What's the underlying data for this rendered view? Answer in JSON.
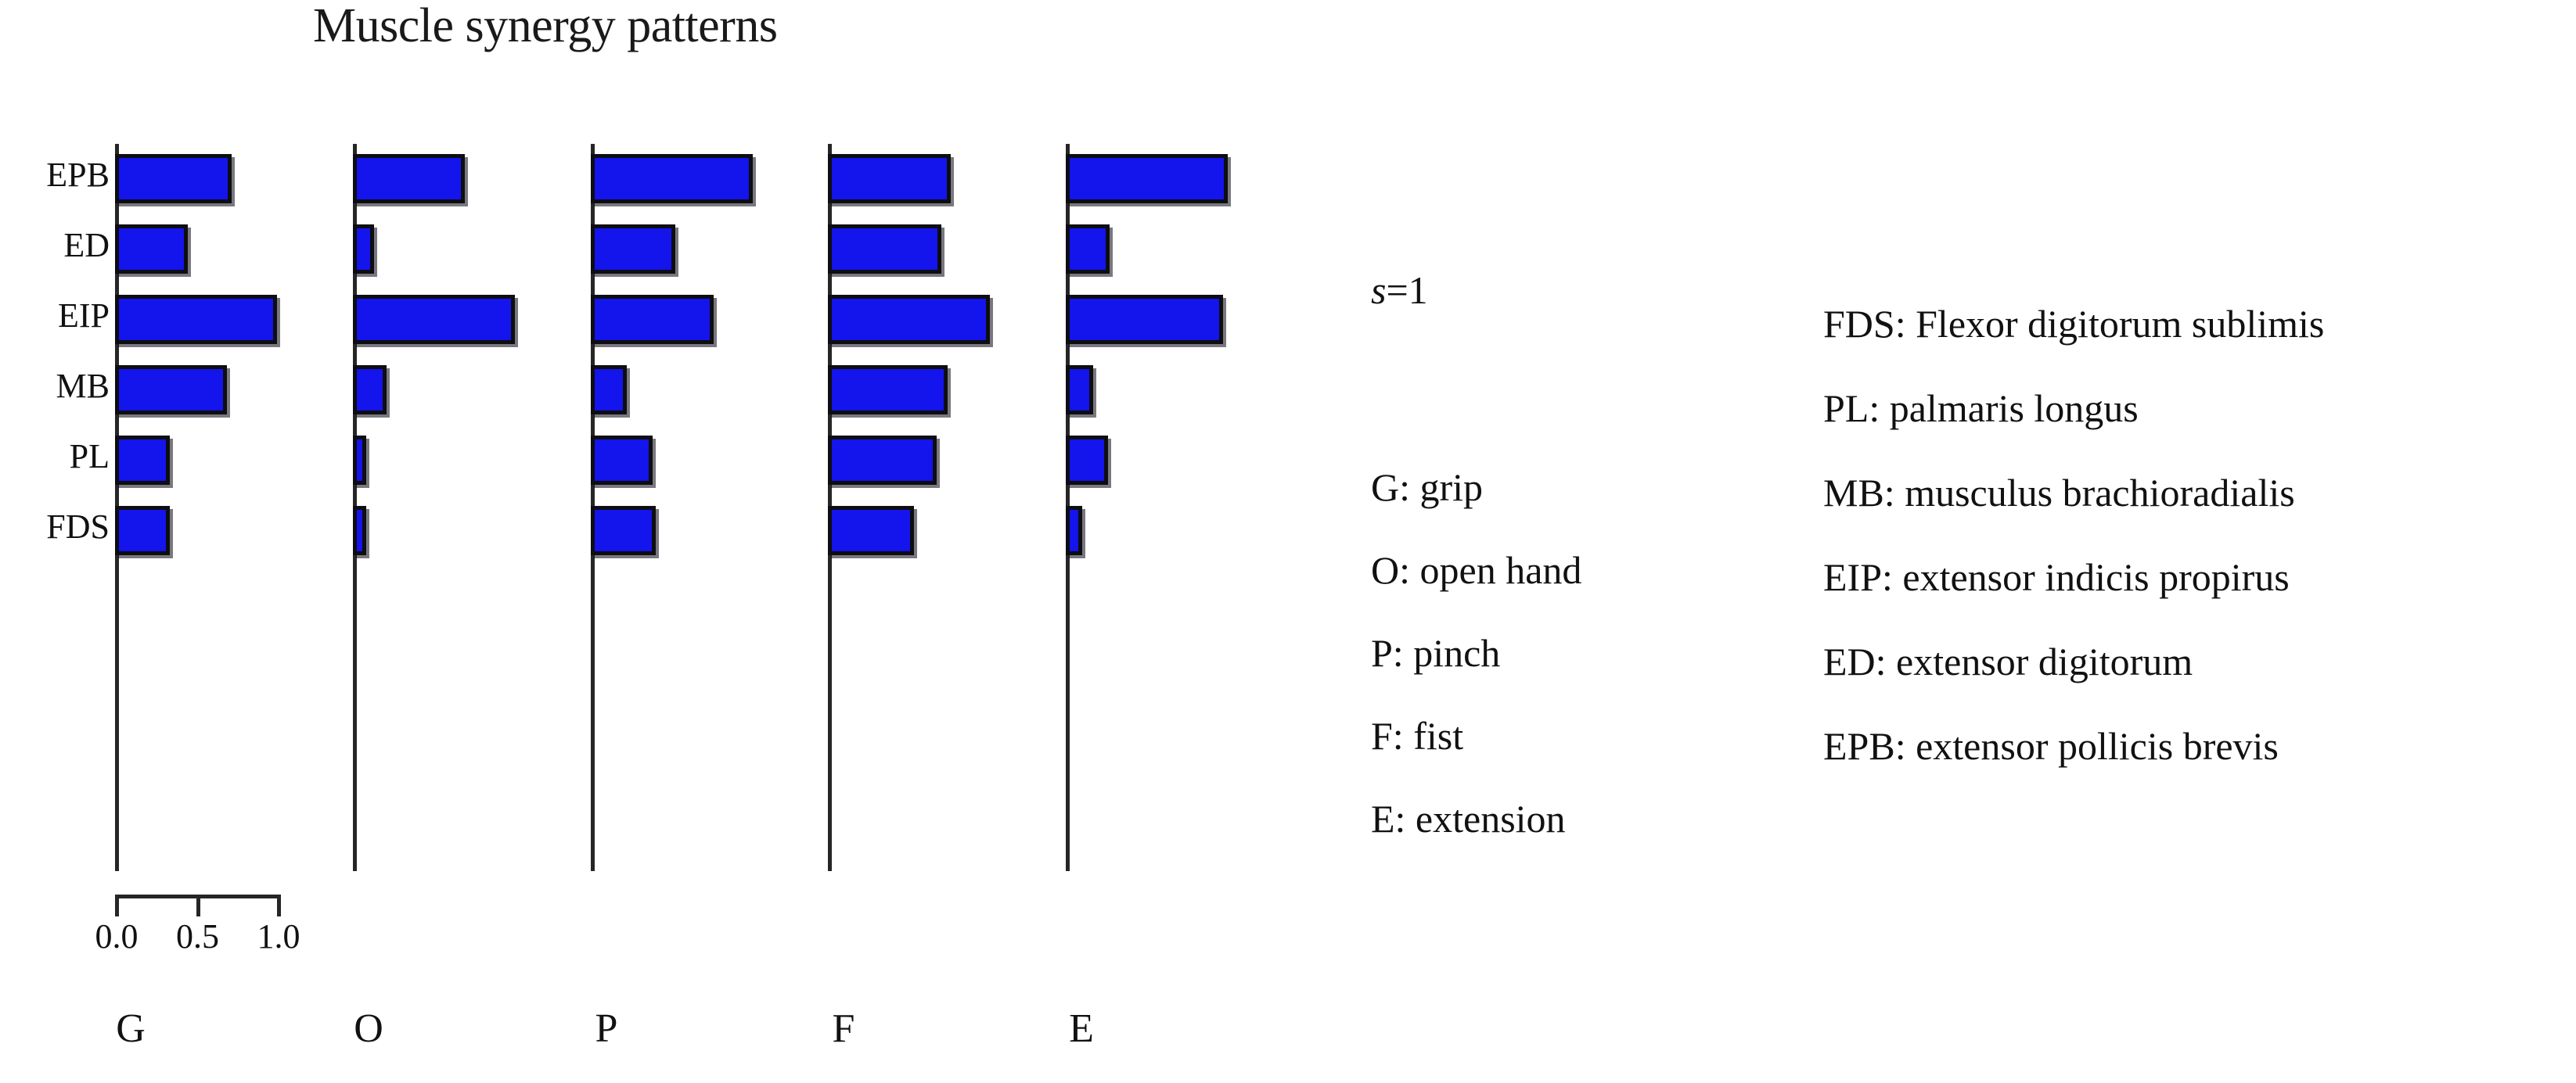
{
  "chart_data": {
    "type": "bar",
    "orientation": "horizontal",
    "title": "Muscle synergy patterns",
    "xlabel": "",
    "ylabel": "",
    "xlim": [
      0.0,
      1.0
    ],
    "grid": false,
    "legend_position": "right",
    "categories": [
      "EPB",
      "ED",
      "EIP",
      "MB",
      "PL",
      "FDS"
    ],
    "category_order_top_to_bottom": [
      "EPB",
      "ED",
      "EIP",
      "MB",
      "PL",
      "FDS"
    ],
    "panels": [
      "G",
      "O",
      "P",
      "F",
      "E"
    ],
    "xticks": [
      0.0,
      0.5,
      1.0
    ],
    "xtick_labels": [
      "0.0",
      "0.5",
      "1.0"
    ],
    "series": [
      {
        "name": "G",
        "values": [
          0.72,
          0.45,
          1.0,
          0.69,
          0.34,
          0.34
        ]
      },
      {
        "name": "O",
        "values": [
          0.69,
          0.13,
          1.0,
          0.21,
          0.08,
          0.08
        ]
      },
      {
        "name": "P",
        "values": [
          1.0,
          0.52,
          0.76,
          0.22,
          0.38,
          0.4
        ]
      },
      {
        "name": "F",
        "values": [
          0.76,
          0.7,
          1.0,
          0.74,
          0.67,
          0.53
        ]
      },
      {
        "name": "E",
        "values": [
          1.0,
          0.27,
          0.97,
          0.17,
          0.26,
          0.1
        ]
      }
    ],
    "bar_color": "#1414EC",
    "bar_edge_color": "#0D0D12"
  },
  "annotations": {
    "synergy_prefix": "s",
    "synergy_text": "=1"
  },
  "task_legend": {
    "items": [
      "G: grip",
      "O: open hand",
      "P: pinch",
      "F: fist",
      "E: extension"
    ]
  },
  "muscle_legend": {
    "items": [
      "FDS: Flexor digitorum sublimis",
      "PL: palmaris longus",
      "MB: musculus brachioradialis",
      "EIP: extensor indicis propirus",
      "ED: extensor digitorum",
      "EPB: extensor pollicis brevis"
    ]
  }
}
